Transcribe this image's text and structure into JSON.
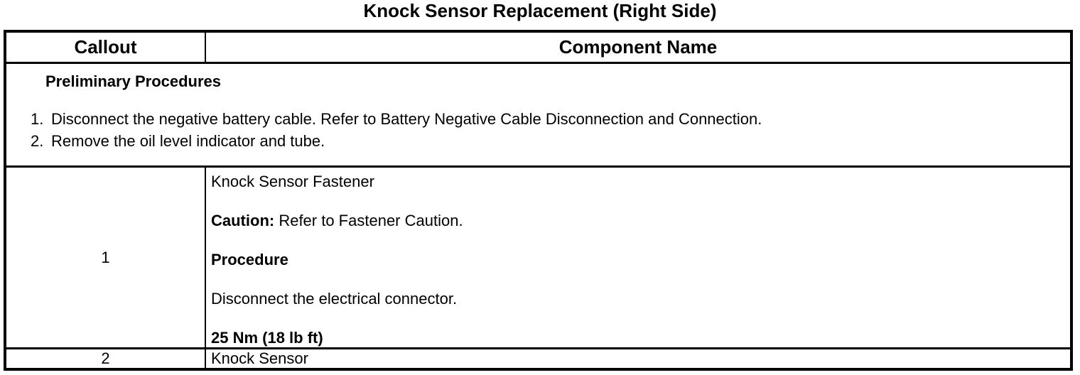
{
  "title": "Knock Sensor Replacement (Right Side)",
  "colors": {
    "background": "#ffffff",
    "text": "#000000",
    "border": "#000000"
  },
  "table": {
    "header": {
      "callout": "Callout",
      "component_name": "Component Name"
    },
    "preliminary": {
      "heading": "Preliminary Procedures",
      "steps": [
        {
          "num": "1.",
          "text": "Disconnect the negative battery cable. Refer to Battery Negative Cable Disconnection and Connection."
        },
        {
          "num": "2.",
          "text": "Remove the oil level indicator and tube."
        }
      ]
    },
    "rows": [
      {
        "callout": "1",
        "component": {
          "name": "Knock Sensor Fastener",
          "caution_label": "Caution:",
          "caution_text": " Refer to Fastener Caution.",
          "procedure_heading": "Procedure",
          "procedure_text": "Disconnect the electrical connector.",
          "torque": "25 Nm (18 lb ft)"
        }
      },
      {
        "callout": "2",
        "component": {
          "name": "Knock Sensor"
        }
      }
    ]
  }
}
